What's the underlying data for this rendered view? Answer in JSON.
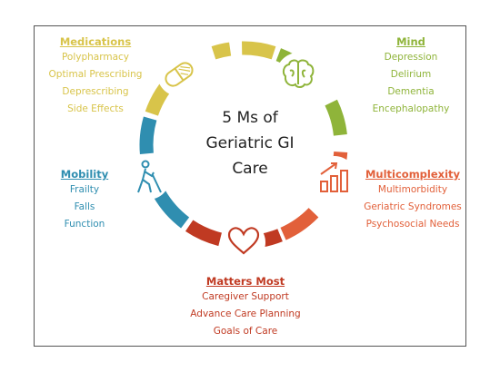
{
  "center_title": [
    "5 Ms of",
    "Geriatric GI",
    "Care"
  ],
  "sections": {
    "medications": {
      "heading": "Medications",
      "items": [
        "Polypharmacy",
        "Optimal Prescribing",
        "Deprescribing",
        "Side Effects"
      ],
      "color": "#d8c44a",
      "icon": "pill-icon"
    },
    "mind": {
      "heading": "Mind",
      "items": [
        "Depression",
        "Delirium",
        "Dementia",
        "Encephalopathy"
      ],
      "color": "#8fb43a",
      "icon": "brain-icon"
    },
    "mobility": {
      "heading": "Mobility",
      "items": [
        "Frailty",
        "Falls",
        "Function"
      ],
      "color": "#2f8eb0",
      "icon": "walking-cane-person-icon"
    },
    "multicomplexity": {
      "heading": "Multicomplexity",
      "items": [
        "Multimorbidity",
        "Geriatric Syndromes",
        "Psychosocial Needs"
      ],
      "color": "#e2603a",
      "icon": "rising-bar-chart-icon"
    },
    "matters_most": {
      "heading": "Matters Most",
      "items": [
        "Caregiver Support",
        "Advance Care Planning",
        "Goals of Care"
      ],
      "color": "#c03a22",
      "icon": "heart-icon"
    }
  }
}
